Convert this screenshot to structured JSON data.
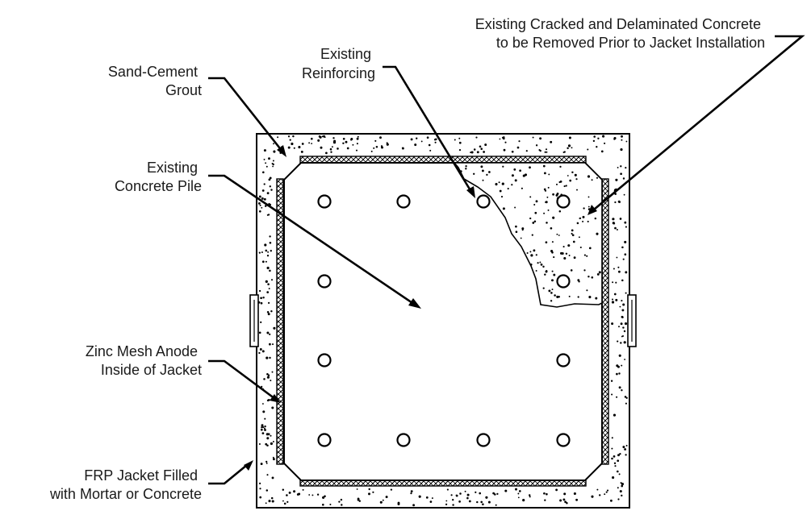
{
  "labels": {
    "sand_cement_grout": [
      "Sand-Cement",
      "Grout"
    ],
    "existing_reinforcing": [
      "Existing",
      "Reinforcing"
    ],
    "cracked_concrete": [
      "Existing Cracked and Delaminated Concrete",
      "to be Removed Prior to Jacket Installation"
    ],
    "existing_pile": [
      "Existing",
      "Concrete Pile"
    ],
    "zinc_mesh": [
      "Zinc Mesh Anode",
      "Inside of Jacket"
    ],
    "frp_jacket": [
      "FRP Jacket Filled",
      "with Mortar or Concrete"
    ]
  }
}
